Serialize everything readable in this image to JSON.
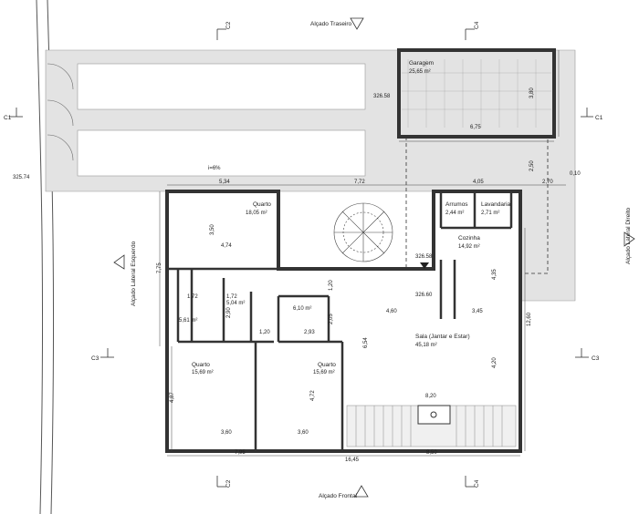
{
  "sections": {
    "c1": "C1",
    "c2": "C2",
    "c3": "C3",
    "c4": "C4"
  },
  "elevations": {
    "rear": "Alçado Traseiro",
    "front": "Alçado Frontal",
    "left": "Alçado Lateral Esquerdo",
    "right": "Alçado Lateral Direito"
  },
  "levels": {
    "l1": "326.58",
    "l2": "325.74",
    "l3": "326.58",
    "l4": "326.60"
  },
  "slope": "i=6%",
  "rooms": {
    "garagem": {
      "name": "Garagem",
      "area": "25,65 m²"
    },
    "quarto_main": {
      "name": "Quarto",
      "area": "18,05 m²"
    },
    "arrumos": {
      "name": "Arrumos",
      "area": "2,44 m²"
    },
    "lavandaria": {
      "name": "Lavandaria",
      "area": "2,71 m²"
    },
    "cozinha": {
      "name": "Cozinha",
      "area": "14,92 m²"
    },
    "wc1": {
      "area": "5,04 m²"
    },
    "wc2": {
      "area": "5,61 m²"
    },
    "wc3": {
      "area": "6,10 m²"
    },
    "sala": {
      "name": "Sala (Jantar e Estar)",
      "area": "45,18 m²"
    },
    "quarto_left": {
      "name": "Quarto",
      "area": "15,69 m²"
    },
    "quarto_mid": {
      "name": "Quarto",
      "area": "15,69 m²"
    }
  },
  "dimensions": {
    "d_534": "5,34",
    "d_772": "7,72",
    "d_405": "4,05",
    "d_270": "2,70",
    "d_010": "0,10",
    "d_675": "6,75",
    "d_380": "3,80",
    "d_250": "2,50",
    "d_350": "3,50",
    "d_474": "4,74",
    "d_775": "7,75",
    "d_172a": "1,72",
    "d_172b": "1,72",
    "d_290": "2,90",
    "d_120a": "1,20",
    "d_120b": "1,20",
    "d_293": "2,93",
    "d_205": "2,05",
    "d_460": "4,60",
    "d_654": "6,54",
    "d_345": "3,45",
    "d_435": "4,35",
    "d_1260": "12,60",
    "d_420": "4,20",
    "d_820": "8,20",
    "d_487": "4,87",
    "d_472": "4,72",
    "d_360a": "3,60",
    "d_360b": "3,60",
    "d_795": "7,95",
    "d_1645": "16,45",
    "d_850": "8,50"
  }
}
